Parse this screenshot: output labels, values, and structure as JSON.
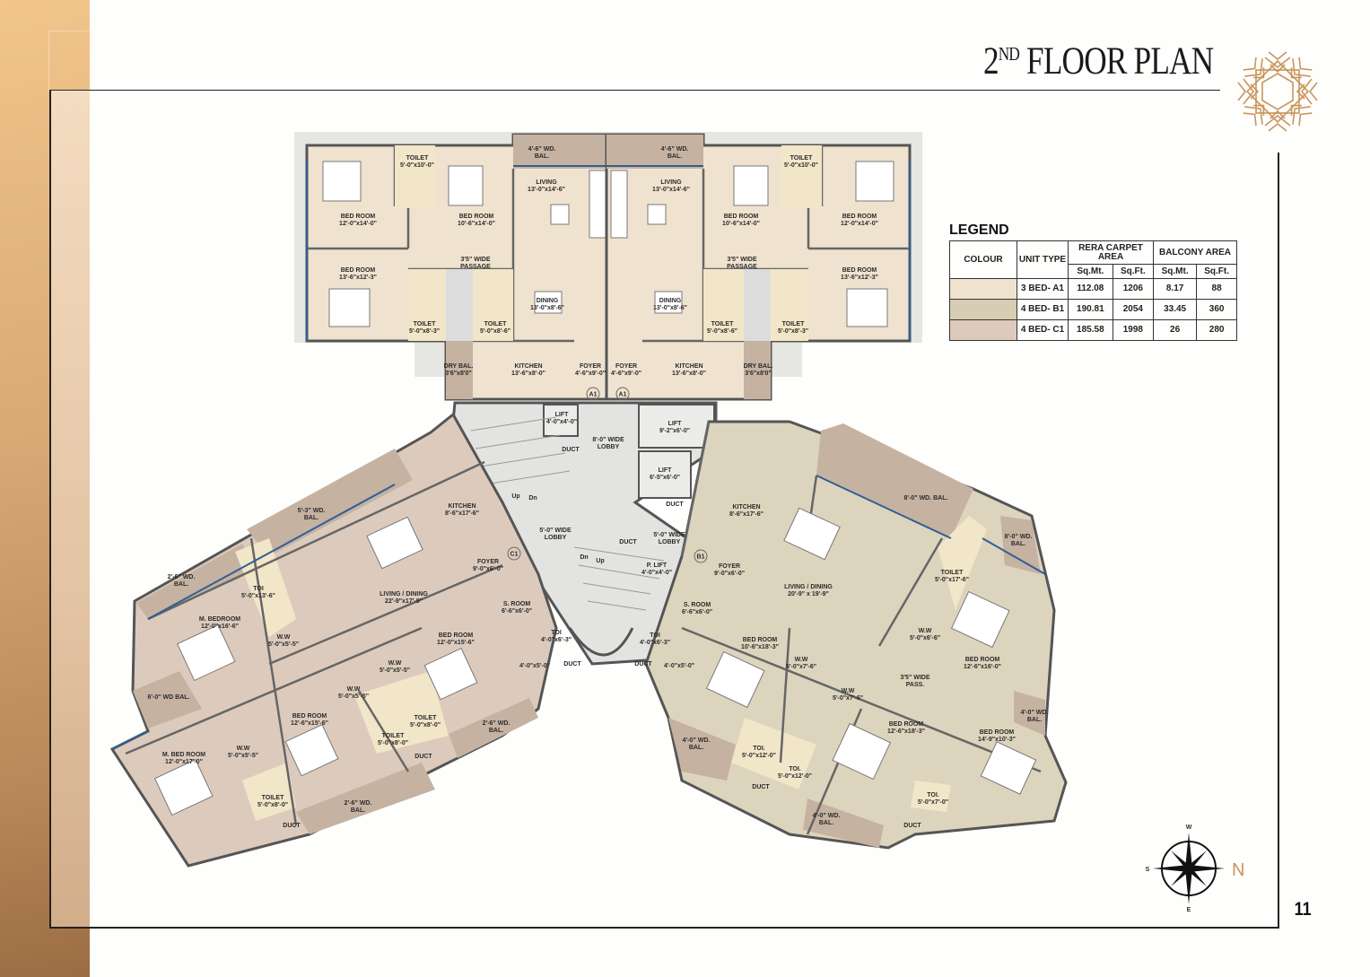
{
  "header": {
    "title_number": "2",
    "title_suffix": "ND",
    "title_text": " FLOOR PLAN",
    "logo_icon": "gold-geometric-star-emblem"
  },
  "page_number": "11",
  "colors": {
    "unit_a1": "#efe3cf",
    "unit_b1": "#ddd4bd",
    "unit_c1": "#dcccbf",
    "balcony": "#c5b2a1",
    "core": "#e3e3e1",
    "wall": "#555555",
    "glazing": "#2f5f95",
    "accent_gold": "#c9955d"
  },
  "legend": {
    "title": "LEGEND",
    "headers": {
      "colour": "COLOUR",
      "unit_type": "UNIT TYPE",
      "rera": "RERA CARPET AREA",
      "balcony": "BALCONY AREA",
      "sqmt": "Sq.Mt.",
      "sqft": "Sq.Ft."
    },
    "rows": [
      {
        "colour": "#efe3cf",
        "unit_type": "3 BED- A1",
        "rera_sqmt": "112.08",
        "rera_sqft": "1206",
        "bal_sqmt": "8.17",
        "bal_sqft": "88"
      },
      {
        "colour": "#d6cdb3",
        "unit_type": "4 BED- B1",
        "rera_sqmt": "190.81",
        "rera_sqft": "2054",
        "bal_sqmt": "33.45",
        "bal_sqft": "360"
      },
      {
        "colour": "#dccbbd",
        "unit_type": "4 BED- C1",
        "rera_sqmt": "185.58",
        "rera_sqft": "1998",
        "bal_sqmt": "26",
        "bal_sqft": "280"
      }
    ]
  },
  "compass": {
    "w": "W",
    "s": "S",
    "n": "N",
    "e": "E"
  },
  "plan": {
    "unit_markers": [
      "A1",
      "A1",
      "C1",
      "B1"
    ],
    "stairs": [
      "Up",
      "Dn",
      "Dn",
      "Up"
    ],
    "rooms": [
      {
        "name": "TOILET",
        "size": "5'-0\"x10'-0\""
      },
      {
        "name": "BED ROOM",
        "size": "12'-0\"x14'-0\""
      },
      {
        "name": "BED ROOM",
        "size": "10'-6\"x14'-0\""
      },
      {
        "name": "4'-6\" WD.",
        "size": "BAL."
      },
      {
        "name": "LIVING",
        "size": "13'-0\"x14'-6\""
      },
      {
        "name": "3'5\" WIDE",
        "size": "PASSAGE"
      },
      {
        "name": "BED ROOM",
        "size": "13'-6\"x12'-3\""
      },
      {
        "name": "TOILET",
        "size": "5'-0\"x8'-3\""
      },
      {
        "name": "TOILET",
        "size": "5'-0\"x8'-6\""
      },
      {
        "name": "DINING",
        "size": "13'-0\"x8'-6\""
      },
      {
        "name": "DRY BAL.",
        "size": "3'6\"x8'0\""
      },
      {
        "name": "KITCHEN",
        "size": "13'-6\"x8'-0\""
      },
      {
        "name": "FOYER",
        "size": "4'-6\"x9'-0\""
      },
      {
        "name": "4'-6\" WD.",
        "size": "BAL."
      },
      {
        "name": "LIVING",
        "size": "13'-0\"x14'-6\""
      },
      {
        "name": "BED ROOM",
        "size": "10'-6\"x14'-0\""
      },
      {
        "name": "TOILET",
        "size": "5'-0\"x10'-0\""
      },
      {
        "name": "BED ROOM",
        "size": "12'-0\"x14'-0\""
      },
      {
        "name": "3'5\" WIDE",
        "size": "PASSAGE"
      },
      {
        "name": "BED ROOM",
        "size": "13'-6\"x12'-3\""
      },
      {
        "name": "DINING",
        "size": "13'-0\"x8'-6\""
      },
      {
        "name": "TOILET",
        "size": "5'-0\"x8'-6\""
      },
      {
        "name": "TOILET",
        "size": "5'-0\"x8'-3\""
      },
      {
        "name": "FOYER",
        "size": "4'-6\"x9'-0\""
      },
      {
        "name": "KITCHEN",
        "size": "13'-6\"x8'-0\""
      },
      {
        "name": "DRY BAL.",
        "size": "3'6\"x8'0\""
      },
      {
        "name": "LIFT",
        "size": "4'-0\"x4'-0\""
      },
      {
        "name": "8'-0\" WIDE",
        "size": "LOBBY"
      },
      {
        "name": "LIFT",
        "size": "9'-2\"x6'-0\""
      },
      {
        "name": "LIFT",
        "size": "6'-5\"x6'-0\""
      },
      {
        "name": "DUCT",
        "size": ""
      },
      {
        "name": "DUCT",
        "size": ""
      },
      {
        "name": "5'-0\" WIDE",
        "size": "LOBBY"
      },
      {
        "name": "5'-0\" WIDE",
        "size": "LOBBY"
      },
      {
        "name": "P. LIFT",
        "size": "4'-0\"x4'-0\""
      },
      {
        "name": "DUCT",
        "size": ""
      },
      {
        "name": "DUCT",
        "size": ""
      },
      {
        "name": "DUCT",
        "size": ""
      },
      {
        "name": "5'-3\" WD.",
        "size": "BAL."
      },
      {
        "name": "KITCHEN",
        "size": "8'-6\"x17'-6\""
      },
      {
        "name": "FOYER",
        "size": "9'-0\"x6'-0\""
      },
      {
        "name": "2'-6\" WD.",
        "size": "BAL."
      },
      {
        "name": "TOI",
        "size": "5'-0\"x13'-6\""
      },
      {
        "name": "LIVING / DINING",
        "size": "22'-9\"x17'-9\""
      },
      {
        "name": "M. BEDROOM",
        "size": "12'-0\"x16'-6\""
      },
      {
        "name": "S. ROOM",
        "size": "6'-6\"x6'-0\""
      },
      {
        "name": "W.W",
        "size": "5'-0\"x5'-5\""
      },
      {
        "name": "BED ROOM",
        "size": "12'-0\"x15'-6\""
      },
      {
        "name": "TOI",
        "size": "4'-0\"x6'-3\""
      },
      {
        "name": "W.W",
        "size": "5'-0\"x5'-5\""
      },
      {
        "name": "4'-0\"x5'-0\"",
        "size": ""
      },
      {
        "name": "W.W",
        "size": "5'-0\"x5'-5\""
      },
      {
        "name": "6'-0\" WD BAL.",
        "size": ""
      },
      {
        "name": "BED ROOM",
        "size": "12'-6\"x15'-6\""
      },
      {
        "name": "TOILET",
        "size": "5'-0\"x8'-0\""
      },
      {
        "name": "TOILET",
        "size": "5'-0\"x8'-0\""
      },
      {
        "name": "2'-6\" WD.",
        "size": "BAL."
      },
      {
        "name": "M. BED ROOM",
        "size": "12'-0\"x17'-0\""
      },
      {
        "name": "W.W",
        "size": "5'-0\"x5'-5\""
      },
      {
        "name": "DUCT",
        "size": ""
      },
      {
        "name": "TOILET",
        "size": "5'-0\"x8'-0\""
      },
      {
        "name": "2'-6\" WD.",
        "size": "BAL."
      },
      {
        "name": "DUCT",
        "size": ""
      },
      {
        "name": "KITCHEN",
        "size": "8'-6\"x17'-6\""
      },
      {
        "name": "8'-0\" WD. BAL.",
        "size": ""
      },
      {
        "name": "8'-0\" WD.",
        "size": "BAL."
      },
      {
        "name": "FOYER",
        "size": "9'-0\"x6'-0\""
      },
      {
        "name": "TOILET",
        "size": "5'-0\"x17'-6\""
      },
      {
        "name": "LIVING / DINING",
        "size": "20'-9\" x 19'-9\""
      },
      {
        "name": "S. ROOM",
        "size": "6'-6\"x6'-0\""
      },
      {
        "name": "TOI",
        "size": "4'-0\"x6'-3\""
      },
      {
        "name": "BED ROOM",
        "size": "10'-6\"x18'-3\""
      },
      {
        "name": "W.W",
        "size": "5'-0\"x6'-6\""
      },
      {
        "name": "W.W",
        "size": "5'-0\"x7'-6\""
      },
      {
        "name": "BED ROOM",
        "size": "12'-6\"x16'-0\""
      },
      {
        "name": "4'-0\"x5'-0\"",
        "size": ""
      },
      {
        "name": "3'5\" WIDE",
        "size": "PASS."
      },
      {
        "name": "W.W",
        "size": "5'-0\"x7'-6\""
      },
      {
        "name": "4'-0\" WD.",
        "size": "BAL."
      },
      {
        "name": "BED ROOM",
        "size": "12'-6\"x18'-3\""
      },
      {
        "name": "BED ROOM",
        "size": "14'-9\"x10'-3\""
      },
      {
        "name": "4'-0\" WD.",
        "size": "BAL."
      },
      {
        "name": "TOI.",
        "size": "5'-0\"x12'-0\""
      },
      {
        "name": "TOI.",
        "size": "5'-0\"x12'-0\""
      },
      {
        "name": "DUCT",
        "size": ""
      },
      {
        "name": "TOI.",
        "size": "5'-0\"x7'-0\""
      },
      {
        "name": "4'-0\" WD.",
        "size": "BAL."
      },
      {
        "name": "DUCT",
        "size": ""
      }
    ]
  }
}
